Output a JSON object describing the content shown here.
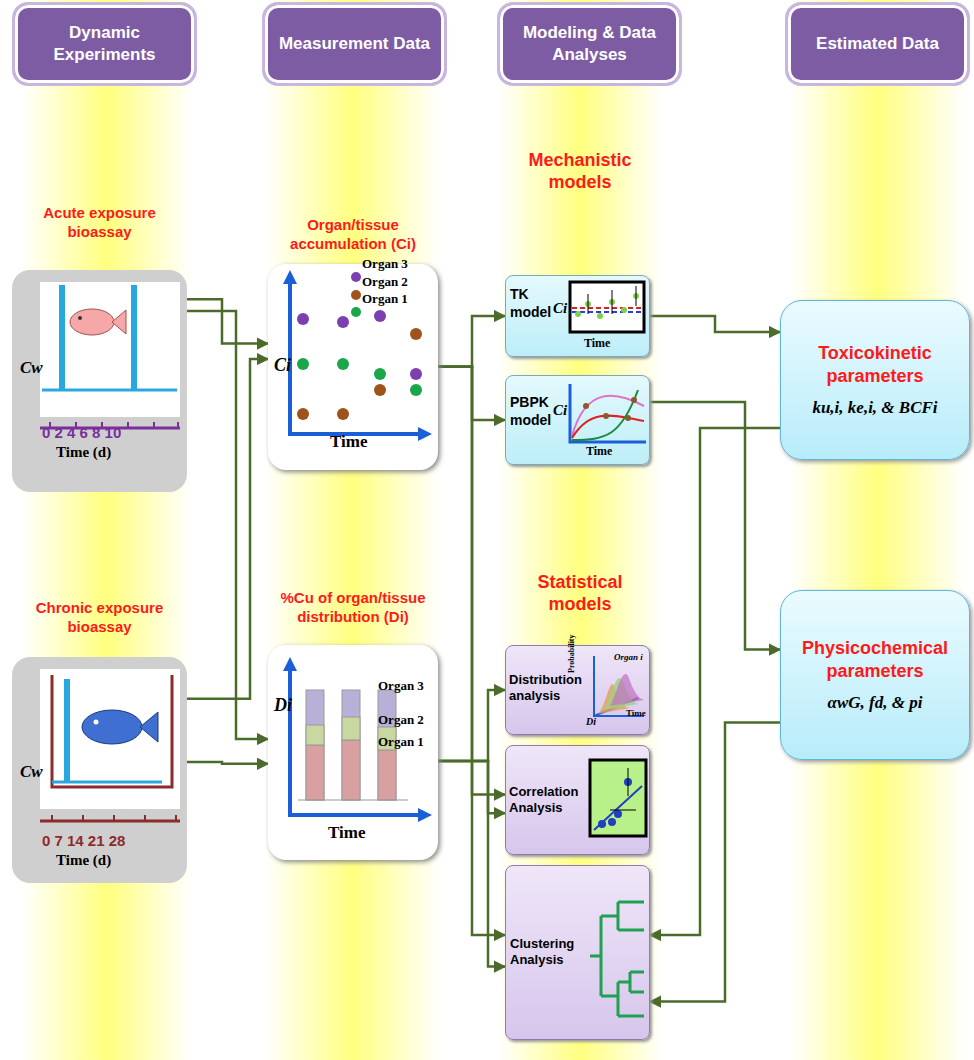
{
  "diagram": {
    "nodes": [
      {
        "text": [
          "Dynamic Experiments"
        ]
      },
      {
        "text": [
          "Measurement Data"
        ]
      },
      {
        "text": [
          "Modeling & Data Analyses"
        ]
      },
      {
        "text": [
          "Estimated Data"
        ]
      },
      {
        "text": [
          "Acute exposure bioassay"
        ]
      },
      {
        "text": [
          "Organ/tissue accumulation (Ci)"
        ]
      },
      {
        "text": [
          "TK model"
        ]
      },
      {
        "text": [
          "PBPK model"
        ]
      },
      {
        "text": [
          "Toxicokinetic parameters",
          "ku,i, ke,i, & BCFi"
        ]
      },
      {
        "text": [
          "Chronic exposure bioassay"
        ]
      },
      {
        "text": [
          "%Cu of organ/tissue distribution (Di)"
        ]
      },
      {
        "text": [
          "Distribution analysis"
        ]
      },
      {
        "text": [
          "Correlation Analysis"
        ]
      },
      {
        "text": [
          "Clustering Analysis"
        ]
      },
      {
        "text": [
          "Physicochemical parameters",
          "αwG, fd, & pi"
        ]
      }
    ],
    "edges": [
      {
        "from": 4,
        "to": 5,
        "arrow": "to"
      },
      {
        "from": 4,
        "to": 10,
        "arrow": "to"
      },
      {
        "from": 9,
        "to": 5,
        "arrow": "to"
      },
      {
        "from": 9,
        "to": 10,
        "arrow": "to"
      },
      {
        "from": 5,
        "to": 6,
        "arrow": "to"
      },
      {
        "from": 5,
        "to": 7,
        "arrow": "to"
      },
      {
        "from": 5,
        "to": 12,
        "arrow": "to"
      },
      {
        "from": 5,
        "to": 13,
        "arrow": "to"
      },
      {
        "from": 10,
        "to": 11,
        "arrow": "to"
      },
      {
        "from": 10,
        "to": 12,
        "arrow": "to"
      },
      {
        "from": 10,
        "to": 13,
        "arrow": "to"
      },
      {
        "from": 6,
        "to": 8,
        "arrow": "to"
      },
      {
        "from": 7,
        "to": 14,
        "arrow": "to"
      },
      {
        "from": 8,
        "to": 13,
        "arrow": "to"
      },
      {
        "from": 14,
        "to": 13,
        "arrow": "to"
      }
    ],
    "labels": [
      "Mechanistic models",
      "Statistical models",
      "Cw",
      "0 2 4 6 8 10",
      "Time (d)",
      "Cw",
      "0 7 14 21 28",
      "Time (d)",
      "Organ 3",
      "Organ 2",
      "Organ 1",
      "Ci",
      "Time",
      "Organ 3",
      "Organ 2",
      "Organ 1",
      "Di",
      "Time",
      "Ci",
      "Time",
      "Ci",
      "Time",
      "Probability",
      "Organ i",
      "Di",
      "Time"
    ]
  }
}
